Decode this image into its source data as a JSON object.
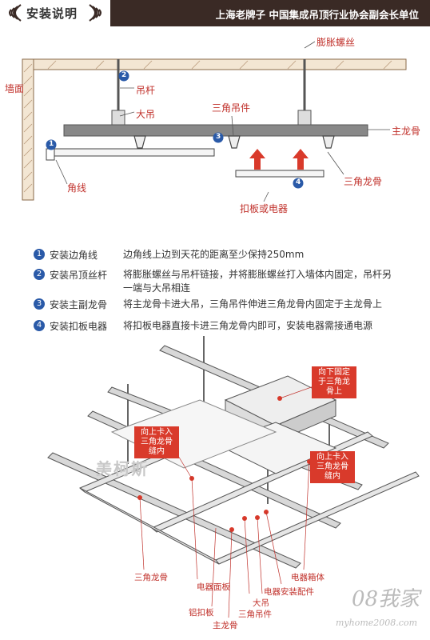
{
  "header": {
    "title": "安装说明",
    "subtitle": "上海老牌子  中国集成吊顶行业协会副会长单位",
    "colors": {
      "bar": "#3a2a25",
      "accent": "#c0302a",
      "blue": "#2a5aa8"
    }
  },
  "top_diagram": {
    "labels": {
      "expansion_screw": "膨胀螺丝",
      "wall": "墙面",
      "rod": "吊杆",
      "big_hanger": "大吊",
      "triangle_hanger": "三角吊件",
      "main_keel": "主龙骨",
      "corner_line": "角线",
      "triangle_keel": "三角龙骨",
      "panel_or_appliance": "扣板或电器"
    },
    "markers": [
      "1",
      "2",
      "3",
      "4"
    ]
  },
  "steps": [
    {
      "num": "1",
      "name": "安装边角线",
      "desc": "边角线上边到天花的距离至少保持250mm"
    },
    {
      "num": "2",
      "name": "安装吊顶丝杆",
      "desc": "将膨胀螺丝与吊杆链接，并将膨胀螺丝打入墙体内固定，吊杆另一端与大吊相连"
    },
    {
      "num": "3",
      "name": "安装主副龙骨",
      "desc": "将主龙骨卡进大吊，三角吊件伸进三角龙骨内固定于主龙骨上"
    },
    {
      "num": "4",
      "name": "安装扣板电器",
      "desc": "将扣板电器直接卡进三角龙骨内即可，安装电器需接通电源"
    }
  ],
  "bottom_diagram": {
    "callouts": {
      "fix_down": "向下固定于三角龙骨上",
      "clip_up_left": "向上卡入三角龙骨缝内",
      "clip_up_right": "向上卡入三角龙骨缝内"
    },
    "labels": {
      "triangle_keel": "三角龙骨",
      "aluminum_panel": "铝扣板",
      "appliance_panel": "电器面板",
      "main_keel": "主龙骨",
      "triangle_hanger": "三角吊件",
      "big_hanger": "大吊",
      "appliance_fitting": "电器安装配件",
      "appliance_box": "电器箱体"
    },
    "brand_watermark": "美柯斯"
  },
  "site_watermark": {
    "logo": "08我家",
    "url": "myhome2008.com"
  }
}
